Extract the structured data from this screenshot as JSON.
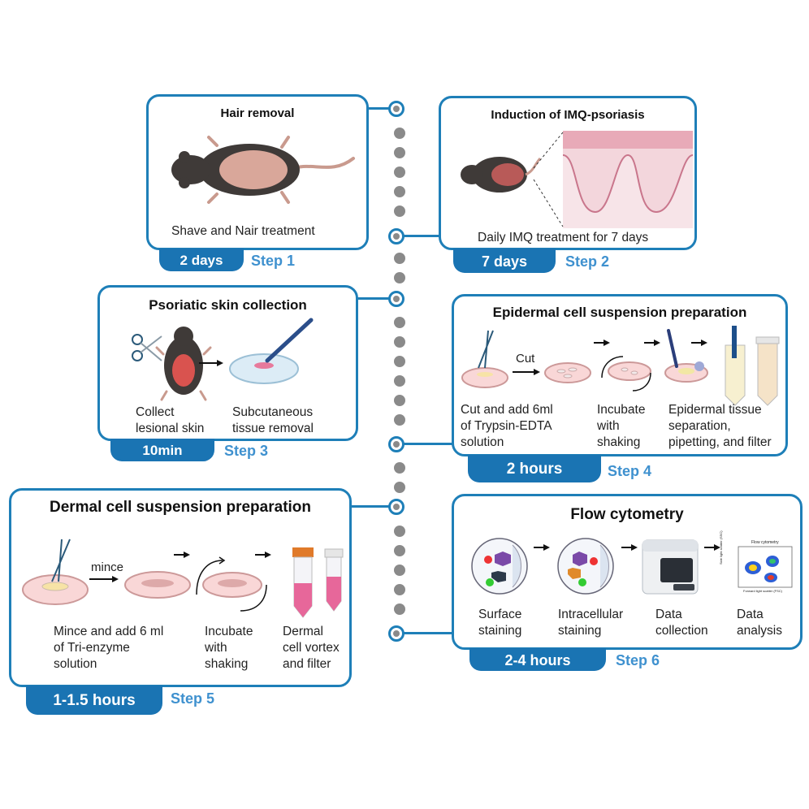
{
  "colors": {
    "accent": "#1e7fb8",
    "tab": "#1a74b3",
    "step_text": "#3f91cf",
    "dots": "#8a8a8a"
  },
  "steps": [
    {
      "title": "Hair removal",
      "captions": [
        "Shave and Nair treatment"
      ],
      "duration": "2 days",
      "step": "Step 1"
    },
    {
      "title": "Induction of IMQ-psoriasis",
      "captions": [
        "Daily IMQ treatment for 7 days"
      ],
      "duration": "7 days",
      "step": "Step 2"
    },
    {
      "title": "Psoriatic skin collection",
      "captions": [
        "Collect\nlesional skin",
        "Subcutaneous\ntissue removal"
      ],
      "duration": "10min",
      "step": "Step 3"
    },
    {
      "title": "Epidermal cell suspension preparation",
      "arrow_label": "Cut",
      "captions": [
        "Cut and add 6ml\nof Trypsin-EDTA\nsolution",
        "Incubate\nwith\nshaking",
        "Epidermal tissue\nseparation,\npipetting, and filter"
      ],
      "duration": "2 hours",
      "step": "Step 4"
    },
    {
      "title": "Dermal cell suspension preparation",
      "arrow_label": "mince",
      "captions": [
        "Mince and add 6 ml\nof Tri-enzyme\nsolution",
        "Incubate\nwith\nshaking",
        "Dermal\ncell vortex\nand filter"
      ],
      "duration": "1-1.5 hours",
      "step": "Step 5"
    },
    {
      "title": "Flow cytometry",
      "captions": [
        "Surface\nstaining",
        "Intracellular\nstaining",
        "Data\ncollection",
        "Data\nanalysis"
      ],
      "duration": "2-4 hours",
      "step": "Step 6",
      "plot_title": "Flow cytometry",
      "plot_xlabel": "Forward light scatter (FSC)",
      "plot_ylabel": "Side light scatter (SSC)"
    }
  ]
}
